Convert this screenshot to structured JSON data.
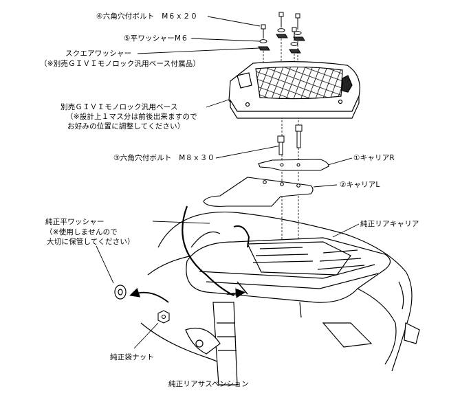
{
  "labels": {
    "bolt_m6": "④六角穴付ボルト　M６ｘ２０",
    "washer_m6": "⑤平ワッシャーM６",
    "square_washer": "スクエアワッシャー",
    "square_washer_note": "（※別売ＧＩＶＩモノロック汎用ベース付属品）",
    "base_title": "別売ＧＩＶＩモノロック汎用ベース",
    "base_note_1": "（※設計上１マス分は前後出来ますので",
    "base_note_2": "お好みの位置に調整してください）",
    "bolt_m8": "③六角穴付ボルト　M８ｘ３０",
    "carrier_r": "①キャリアR",
    "carrier_l": "②キャリアL",
    "oem_washer": "純正平ワッシャー",
    "oem_washer_note_1": "（※使用しませんので",
    "oem_washer_note_2": "大切に保管してください）",
    "oem_rear_carrier": "純正リアキャリア",
    "oem_nut": "純正袋ナット",
    "oem_suspension": "純正リアサスペンション"
  },
  "colors": {
    "line": "#000000",
    "background": "#ffffff"
  }
}
